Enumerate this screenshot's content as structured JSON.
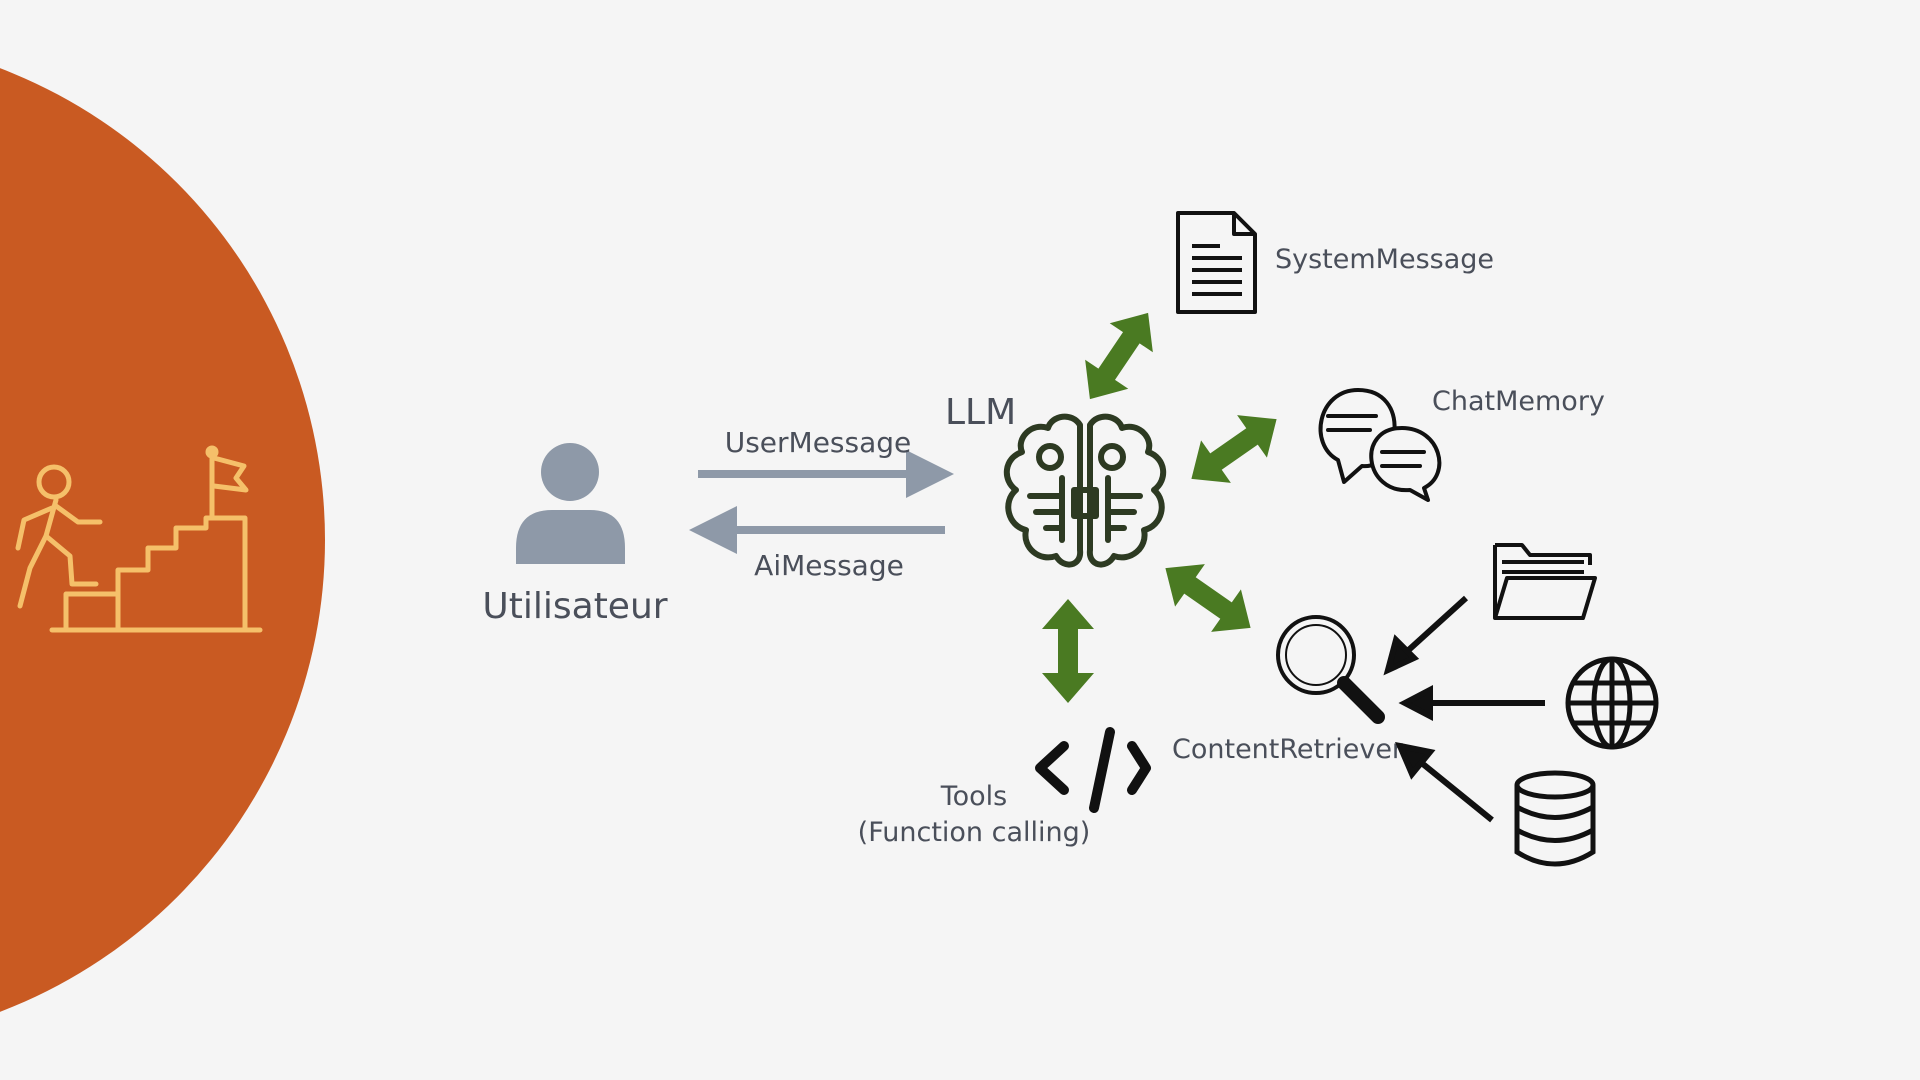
{
  "colors": {
    "background": "#f5f5f5",
    "accent_circle": "#c95a22",
    "stairs_icon": "#f5c06a",
    "user_gray": "#8e99a8",
    "arrow_green": "#4a7a22",
    "icon_black": "#111111",
    "text": "#4a4f5a"
  },
  "labels": {
    "user": "Utilisateur",
    "user_message": "UserMessage",
    "ai_message": "AiMessage",
    "llm": "LLM",
    "system_message": "SystemMessage",
    "chat_memory": "ChatMemory",
    "content_retriever": "ContentRetriever",
    "tools_line1": "Tools",
    "tools_line2": "(Function calling)"
  },
  "icons": {
    "stairs": "person-climbing-stairs-to-flag-icon",
    "user": "user-silhouette-icon",
    "llm": "brain-circuit-icon",
    "system_message": "document-icon",
    "chat_memory": "chat-bubbles-icon",
    "content_retriever": "magnifier-icon",
    "tools": "code-brackets-icon",
    "folder": "folder-icon",
    "web": "globe-icon",
    "database": "database-icon"
  }
}
